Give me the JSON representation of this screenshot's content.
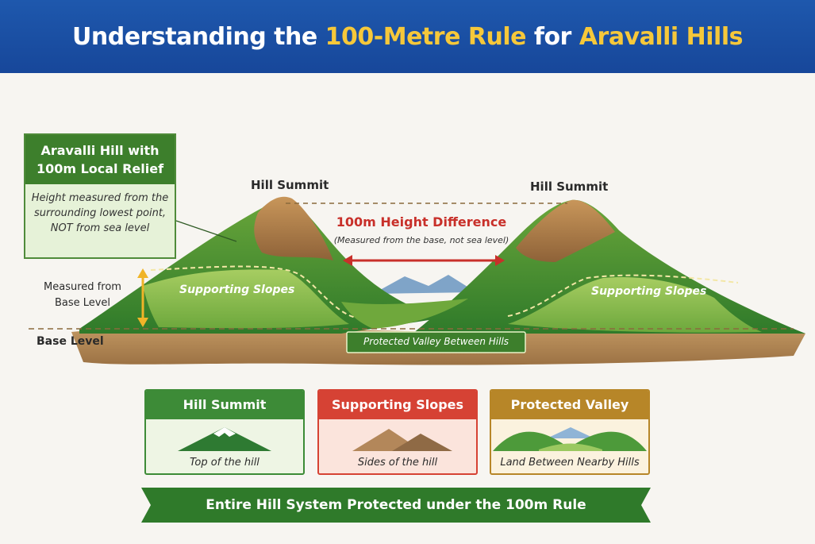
{
  "title": {
    "part1": "Understanding the ",
    "highlight1": "100-Metre Rule",
    "part2": " for ",
    "highlight2": "Aravalli Hills"
  },
  "callout": {
    "heading": "Aravalli Hill with 100m Local Relief",
    "body": "Height measured from the surrounding lowest point, NOT from sea level"
  },
  "labels": {
    "summit_left": "Hill Summit",
    "summit_right": "Hill Summit",
    "height_difference": "100m Height Difference",
    "height_note": "(Measured from the base, not sea level)",
    "measured_from": "Measured from Base Level",
    "base_level": "Base Level",
    "slopes_left": "Supporting Slopes",
    "slopes_right": "Supporting Slopes",
    "valley": "Protected Valley Between Hills"
  },
  "legend": [
    {
      "title": "Hill Summit",
      "caption": "Top of the hill",
      "color": "#3d8b37"
    },
    {
      "title": "Supporting Slopes",
      "caption": "Sides of the hill",
      "color": "#d64234"
    },
    {
      "title": "Protected Valley",
      "caption": "Land Between Nearby Hills",
      "color": "#b78628"
    }
  ],
  "banner": "Entire Hill System Protected under the 100m Rule",
  "colors": {
    "header_bg": "#1e58ad",
    "title_highlight": "#f6c83a",
    "accent_red": "#c8302a",
    "accent_gold": "#f0b428",
    "forest_green": "#3d7f2c"
  }
}
